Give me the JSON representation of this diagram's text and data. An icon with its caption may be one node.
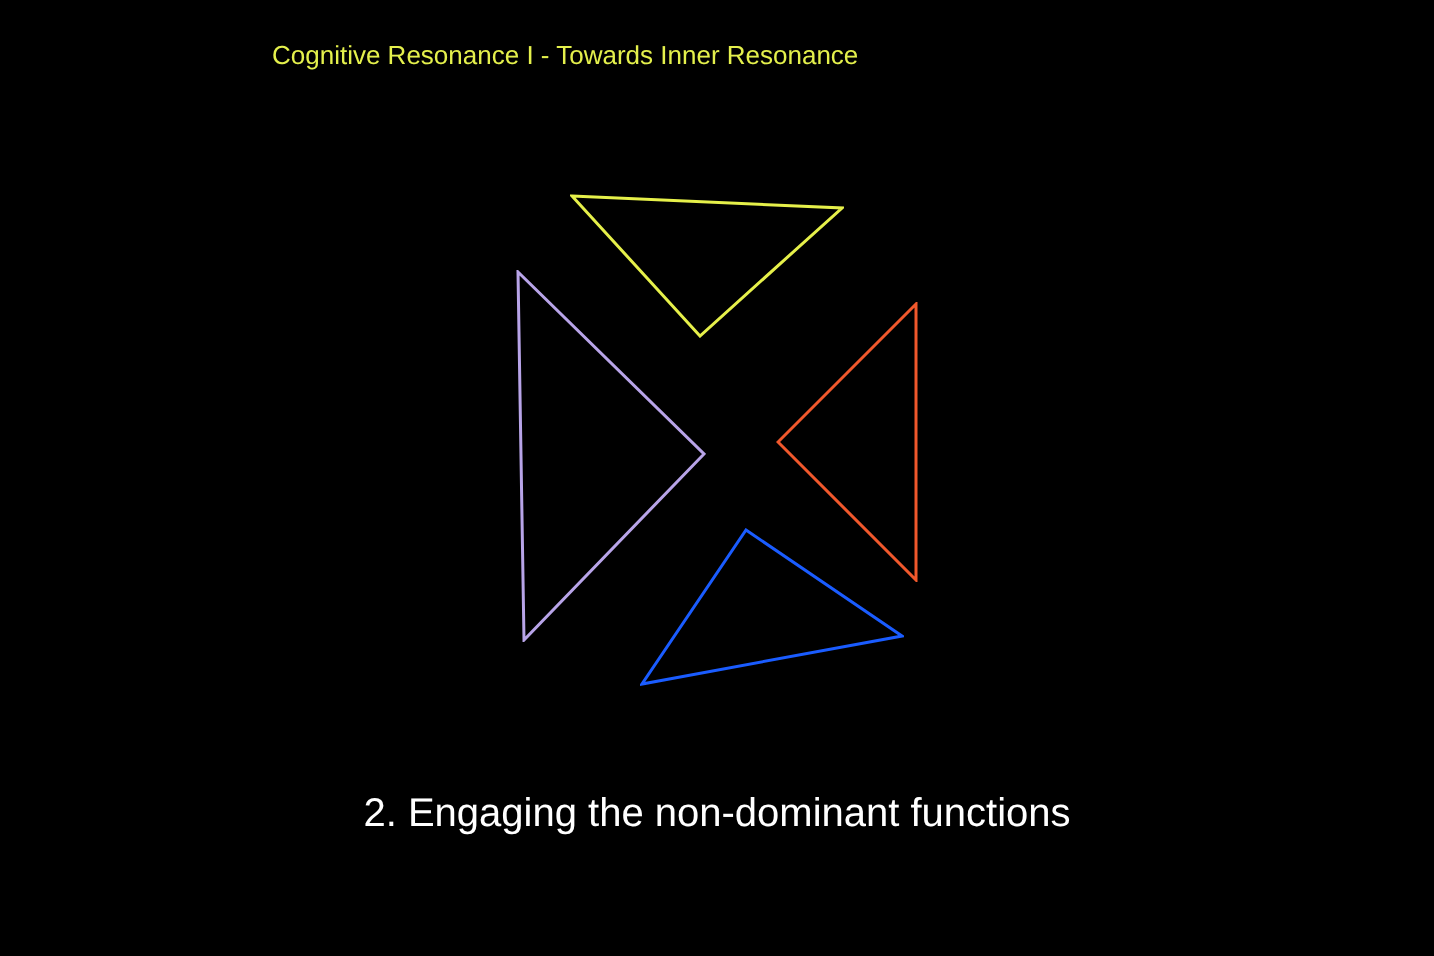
{
  "diagram": {
    "title": "Cognitive Resonance I - Towards Inner Resonance",
    "caption": "2. Engaging the non-dominant functions",
    "nodes": [
      {
        "text": [],
        "shape": "triangle"
      },
      {
        "text": [],
        "shape": "triangle"
      },
      {
        "text": [],
        "shape": "triangle"
      },
      {
        "text": [],
        "shape": "triangle"
      }
    ]
  }
}
